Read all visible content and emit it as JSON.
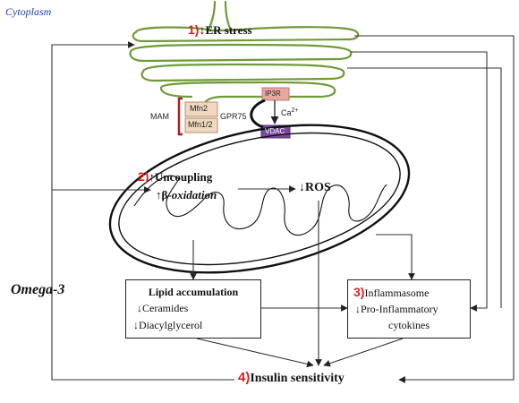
{
  "region_label": "Cytoplasm",
  "er_stress": {
    "step": "1)",
    "arrow": "↓",
    "label": "ER stress"
  },
  "mam": {
    "label": "MAM",
    "mfn2": "Mfn2",
    "mfn12": "Mfn1/2",
    "gpr75": "GPR75",
    "ip3r": "IP3R",
    "vdac": "VDAC",
    "calcium": "Ca",
    "calcium_charge": "2+"
  },
  "mito": {
    "step": "2)",
    "uncoupling": {
      "arrow": "↑",
      "label": "Uncoupling"
    },
    "beta_ox": {
      "arrow": "↑",
      "prefix": "β-",
      "label": "oxidation"
    },
    "ros": {
      "arrow": "↓",
      "label": "ROS"
    }
  },
  "omega3": "Omega-3",
  "lipid_box": {
    "title": "Lipid accumulation",
    "ceramides": {
      "arrow": "↓",
      "label": "Ceramides"
    },
    "diacylglycerol": {
      "arrow": "↓",
      "label": "Diacylglycerol"
    }
  },
  "inflam_box": {
    "step": "3)",
    "line1": "Inflammasome",
    "line2_arrow": "↓",
    "line2": "Pro-Inflammatory",
    "line3": "cytokines"
  },
  "insulin": {
    "step": "4)",
    "label": "Insulin sensitivity"
  },
  "colors": {
    "er_green": "#6f9a3a",
    "step_red": "#e31b1b",
    "cytoplasm_blue": "#1f3ea8",
    "vdac_purple": "#7b4aa0",
    "ip3r_pink": "#e8a7a0",
    "mfn_tan": "#f0d8c0",
    "mam_red": "#b02020"
  }
}
